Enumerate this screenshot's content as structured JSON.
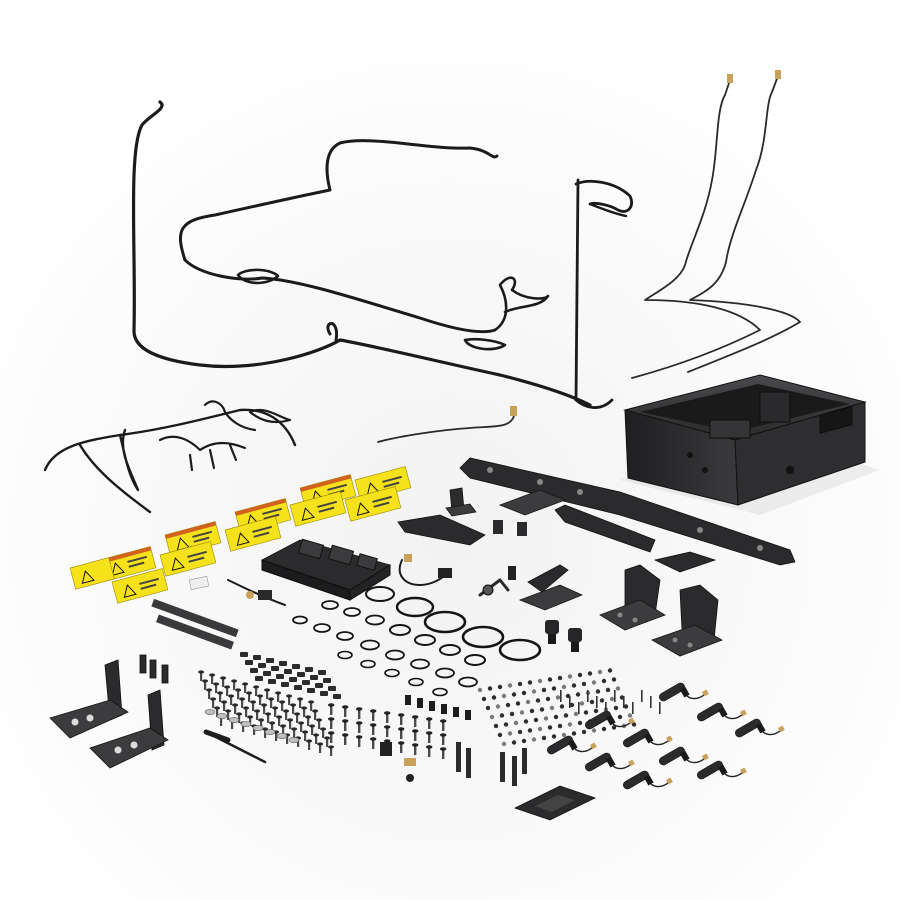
{
  "image": {
    "colors": {
      "background": "#ffffff",
      "metal": "#2b2b2d",
      "metal_highlight": "#4a4a4e",
      "warning_label": "#f5e21b",
      "connector_tan": "#c9a15a",
      "oring": "#151515"
    },
    "components": {
      "main_harness": "wiring-harness",
      "secondary_harness": "wiring-harness",
      "hydraulic_tubes": "metal-tube",
      "battery_box": "enclosure",
      "mounting_bar": "bracket",
      "warning_labels": "decal-sheet",
      "control_module": "ecu-module",
      "o_rings": "seal-kit",
      "hardware": "fasteners",
      "sensors": "sensor-kit",
      "brackets": "bracket-set"
    }
  }
}
